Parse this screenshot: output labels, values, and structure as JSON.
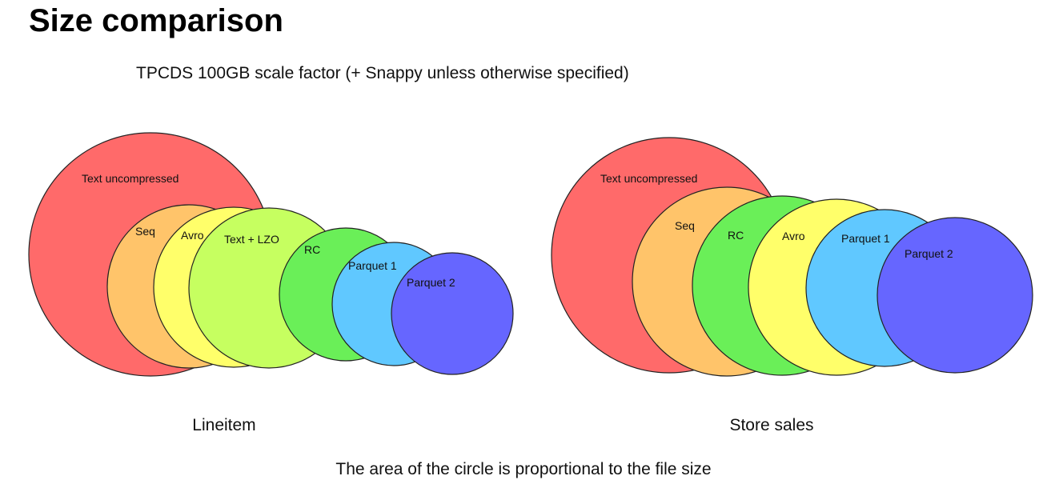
{
  "title": "Size comparison",
  "subtitle": "TPCDS 100GB scale factor (+ Snappy unless otherwise specified)",
  "caption": "The area of the circle is proportional to the file size",
  "groups": [
    {
      "label": "Lineitem",
      "circles": [
        {
          "name": "Text uncompressed",
          "color": "#ff6a6a"
        },
        {
          "name": "Seq",
          "color": "#ffc46a"
        },
        {
          "name": "Avro",
          "color": "#ffff6a"
        },
        {
          "name": "Text + LZO",
          "color": "#c6ff60"
        },
        {
          "name": "RC",
          "color": "#6aef58"
        },
        {
          "name": "Parquet 1",
          "color": "#60c8ff"
        },
        {
          "name": "Parquet 2",
          "color": "#6666ff"
        }
      ]
    },
    {
      "label": "Store sales",
      "circles": [
        {
          "name": "Text uncompressed",
          "color": "#ff6a6a"
        },
        {
          "name": "Seq",
          "color": "#ffc46a"
        },
        {
          "name": "RC",
          "color": "#6aef58"
        },
        {
          "name": "Avro",
          "color": "#ffff6a"
        },
        {
          "name": "Parquet 1",
          "color": "#60c8ff"
        },
        {
          "name": "Parquet 2",
          "color": "#6666ff"
        }
      ]
    }
  ]
}
